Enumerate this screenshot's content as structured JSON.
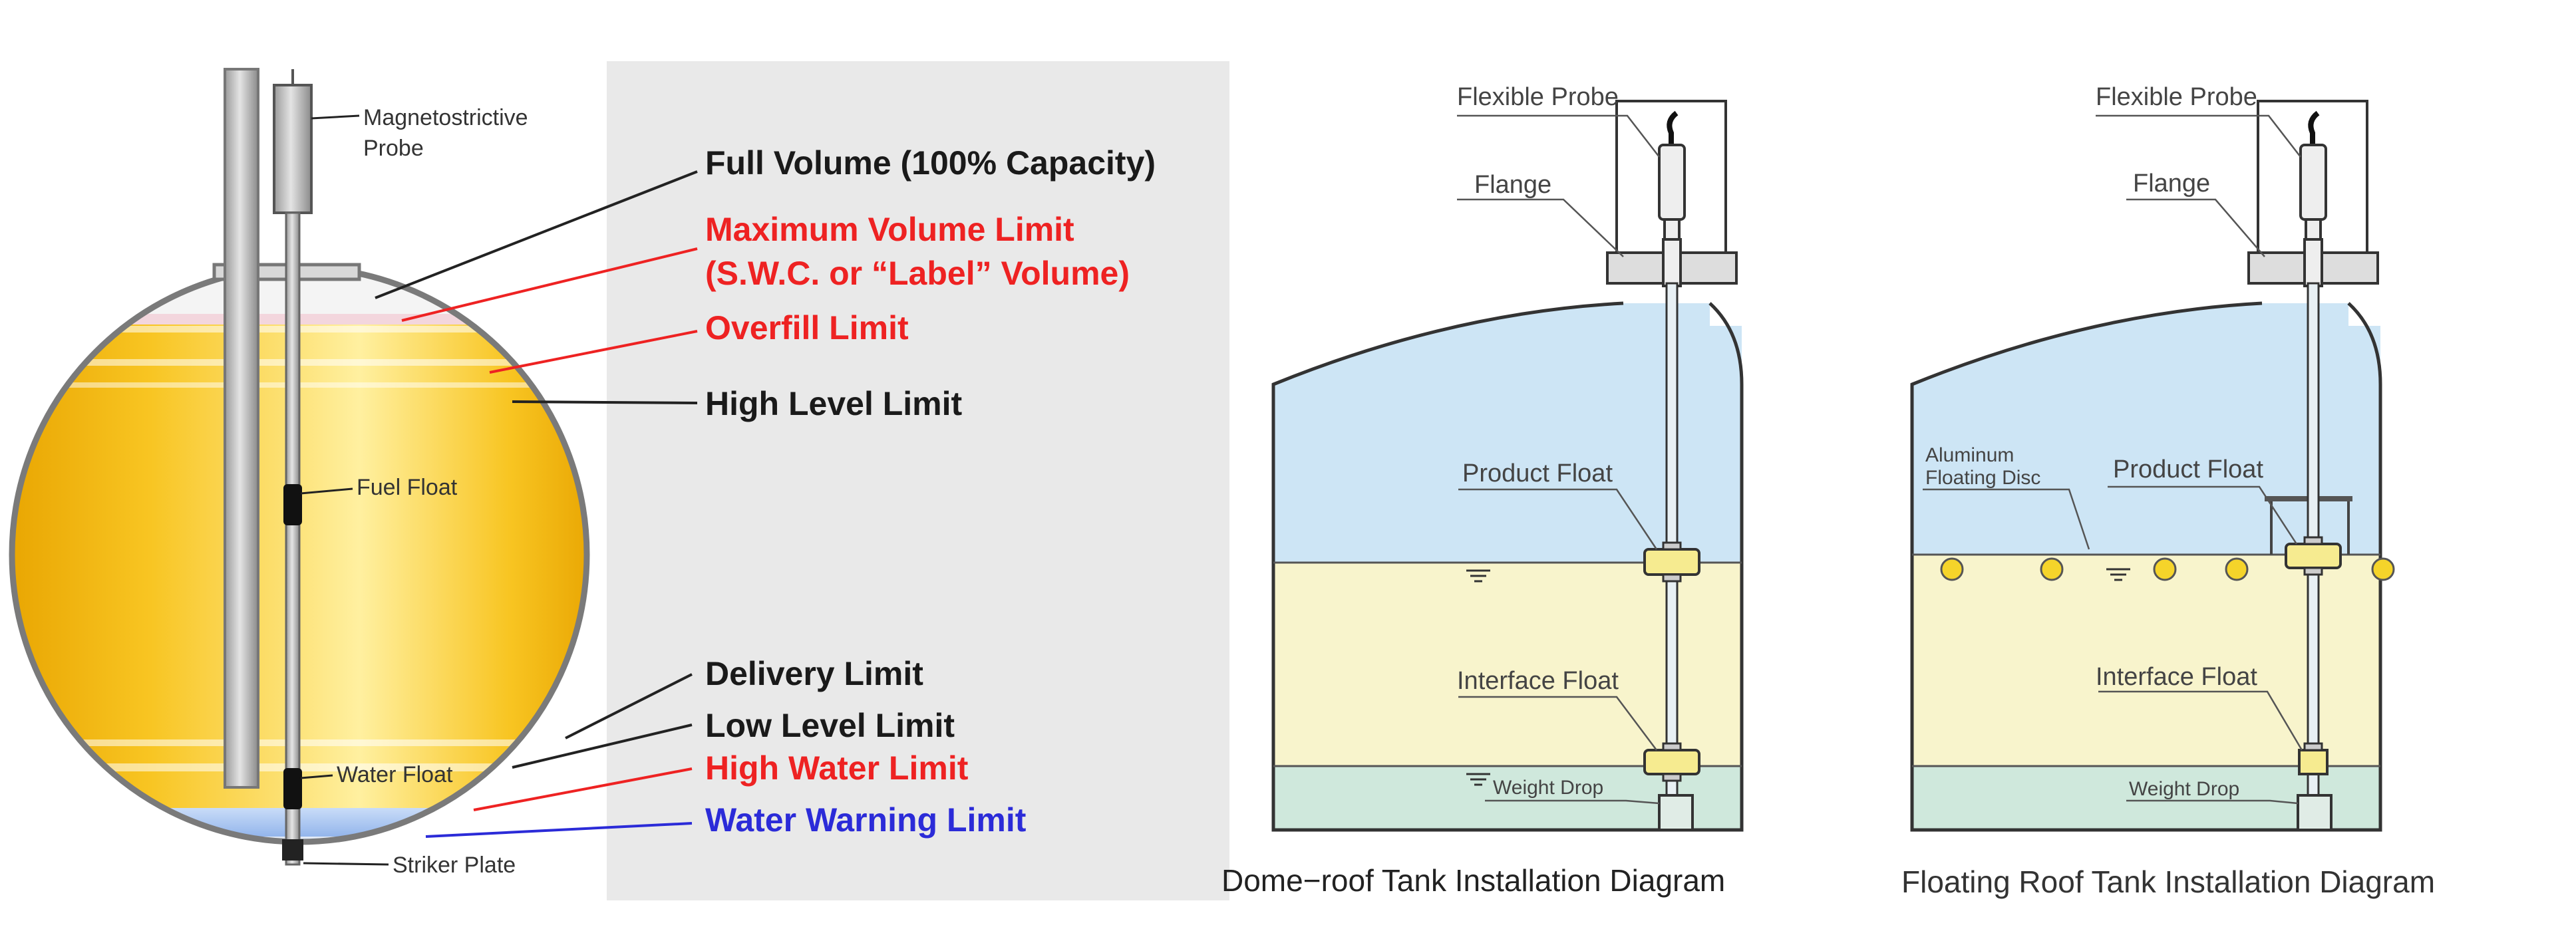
{
  "left": {
    "top_labels": {
      "probe_line1": "Magnetostrictive",
      "probe_line2": "Probe"
    },
    "float_labels": {
      "fuel_float": "Fuel Float",
      "water_float": "Water Float",
      "striker_plate": "Striker Plate"
    },
    "limits": {
      "full_volume": "Full Volume (100% Capacity)",
      "max_volume_line1": "Maximum Volume Limit",
      "max_volume_line2": "(S.W.C. or “Label” Volume)",
      "overfill": "Overfill Limit",
      "high_level": "High Level Limit",
      "delivery": "Delivery Limit",
      "low_level": "Low Level Limit",
      "high_water": "High Water Limit",
      "water_warning": "Water Warning Limit"
    },
    "colors": {
      "black_text": "#1a1a1a",
      "red_text": "#ee2222",
      "blue_text": "#2b2bd8",
      "fuel": "#f7c21a",
      "water": "#a9c4f0",
      "panel_gray": "#e8e8e8"
    }
  },
  "dome": {
    "flexible_probe": "Flexible Probe",
    "flange": "Flange",
    "product_float": "Product Float",
    "interface_float": "Interface Float",
    "weight_drop": "Weight Drop",
    "caption": "Dome−roof Tank Installation Diagram"
  },
  "floating": {
    "flexible_probe": "Flexible Probe",
    "flange": "Flange",
    "aluminum_line1": "Aluminum",
    "aluminum_line2": "Floating Disc",
    "product_float": "Product Float",
    "interface_float": "Interface Float",
    "weight_drop": "Weight Drop",
    "caption": "Floating Roof Tank Installation Diagram"
  },
  "tank_colors": {
    "air": "#cde5f5",
    "product": "#f8f4cc",
    "water": "#cfe8dc",
    "stroke": "#333333"
  }
}
